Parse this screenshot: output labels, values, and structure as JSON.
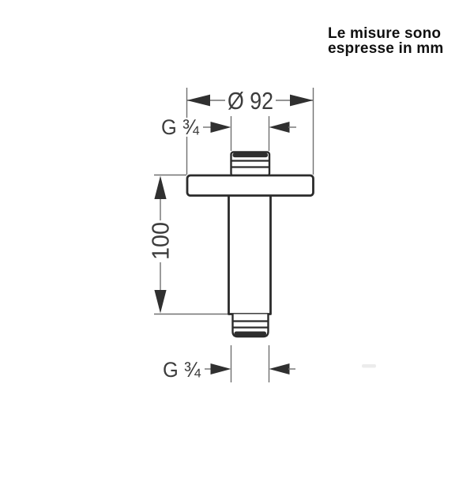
{
  "note": {
    "line1": "Le misure sono",
    "line2": "espresse in mm"
  },
  "dimensions": {
    "diameter_label": "Ø 92",
    "height_label": "100",
    "thread_top_label": "G ¾",
    "thread_bottom_label": "G ¾"
  },
  "colors": {
    "background": "#ffffff",
    "part_outline": "#2b2b2b",
    "thread_cap": "#2e2e2e",
    "dim_line": "#707070",
    "arrow": "#303030",
    "dim_text": "#3c3c3c",
    "note_text": "#101010",
    "watermark": "#d9d9d9"
  }
}
